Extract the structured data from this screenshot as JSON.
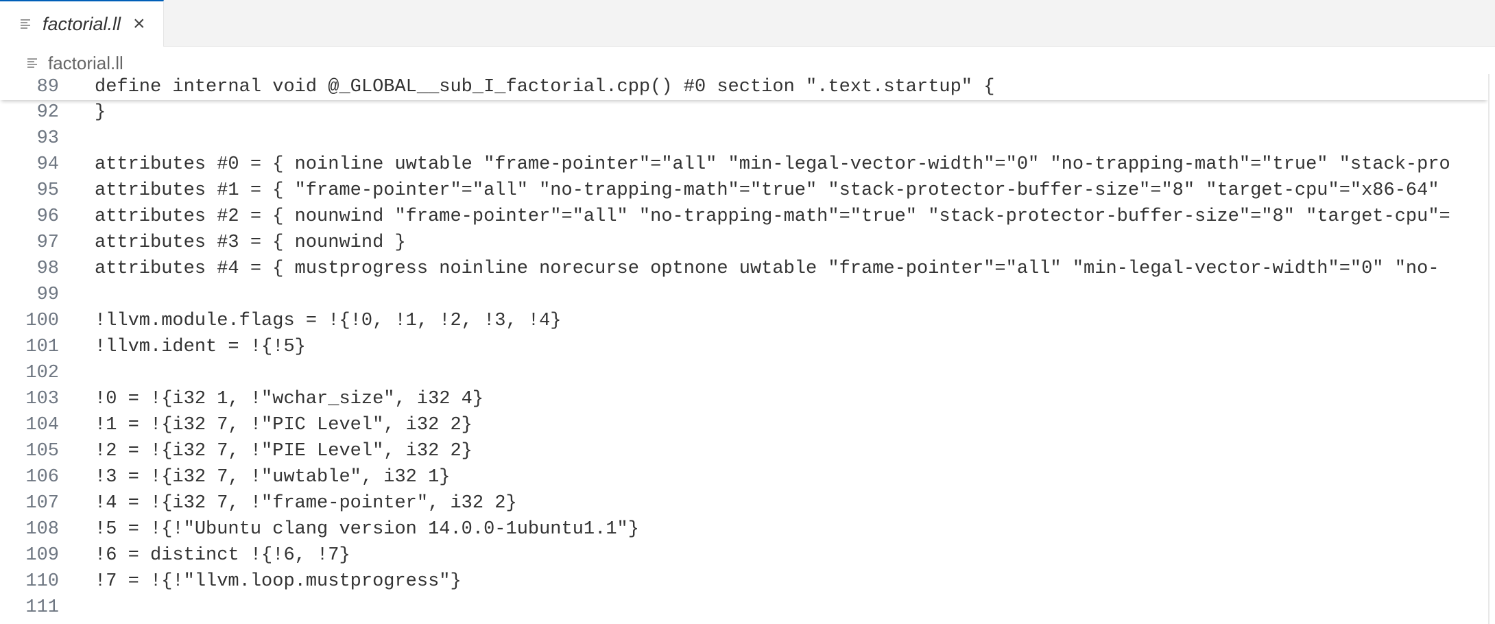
{
  "tab": {
    "label": "factorial.ll",
    "icon": "file-lines-icon",
    "close_icon": "close-icon"
  },
  "breadcrumb": {
    "label": "factorial.ll"
  },
  "sticky": {
    "num": "89",
    "text": "define internal void @_GLOBAL__sub_I_factorial.cpp() #0 section \".text.startup\" {"
  },
  "lines": [
    {
      "num": "92",
      "text": "}"
    },
    {
      "num": "93",
      "text": ""
    },
    {
      "num": "94",
      "text": "attributes #0 = { noinline uwtable \"frame-pointer\"=\"all\" \"min-legal-vector-width\"=\"0\" \"no-trapping-math\"=\"true\" \"stack-pro"
    },
    {
      "num": "95",
      "text": "attributes #1 = { \"frame-pointer\"=\"all\" \"no-trapping-math\"=\"true\" \"stack-protector-buffer-size\"=\"8\" \"target-cpu\"=\"x86-64\" "
    },
    {
      "num": "96",
      "text": "attributes #2 = { nounwind \"frame-pointer\"=\"all\" \"no-trapping-math\"=\"true\" \"stack-protector-buffer-size\"=\"8\" \"target-cpu\"="
    },
    {
      "num": "97",
      "text": "attributes #3 = { nounwind }"
    },
    {
      "num": "98",
      "text": "attributes #4 = { mustprogress noinline norecurse optnone uwtable \"frame-pointer\"=\"all\" \"min-legal-vector-width\"=\"0\" \"no-"
    },
    {
      "num": "99",
      "text": ""
    },
    {
      "num": "100",
      "text": "!llvm.module.flags = !{!0, !1, !2, !3, !4}"
    },
    {
      "num": "101",
      "text": "!llvm.ident = !{!5}"
    },
    {
      "num": "102",
      "text": ""
    },
    {
      "num": "103",
      "text": "!0 = !{i32 1, !\"wchar_size\", i32 4}"
    },
    {
      "num": "104",
      "text": "!1 = !{i32 7, !\"PIC Level\", i32 2}"
    },
    {
      "num": "105",
      "text": "!2 = !{i32 7, !\"PIE Level\", i32 2}"
    },
    {
      "num": "106",
      "text": "!3 = !{i32 7, !\"uwtable\", i32 1}"
    },
    {
      "num": "107",
      "text": "!4 = !{i32 7, !\"frame-pointer\", i32 2}"
    },
    {
      "num": "108",
      "text": "!5 = !{!\"Ubuntu clang version 14.0.0-1ubuntu1.1\"}"
    },
    {
      "num": "109",
      "text": "!6 = distinct !{!6, !7}"
    },
    {
      "num": "110",
      "text": "!7 = !{!\"llvm.loop.mustprogress\"}"
    },
    {
      "num": "111",
      "text": ""
    }
  ]
}
